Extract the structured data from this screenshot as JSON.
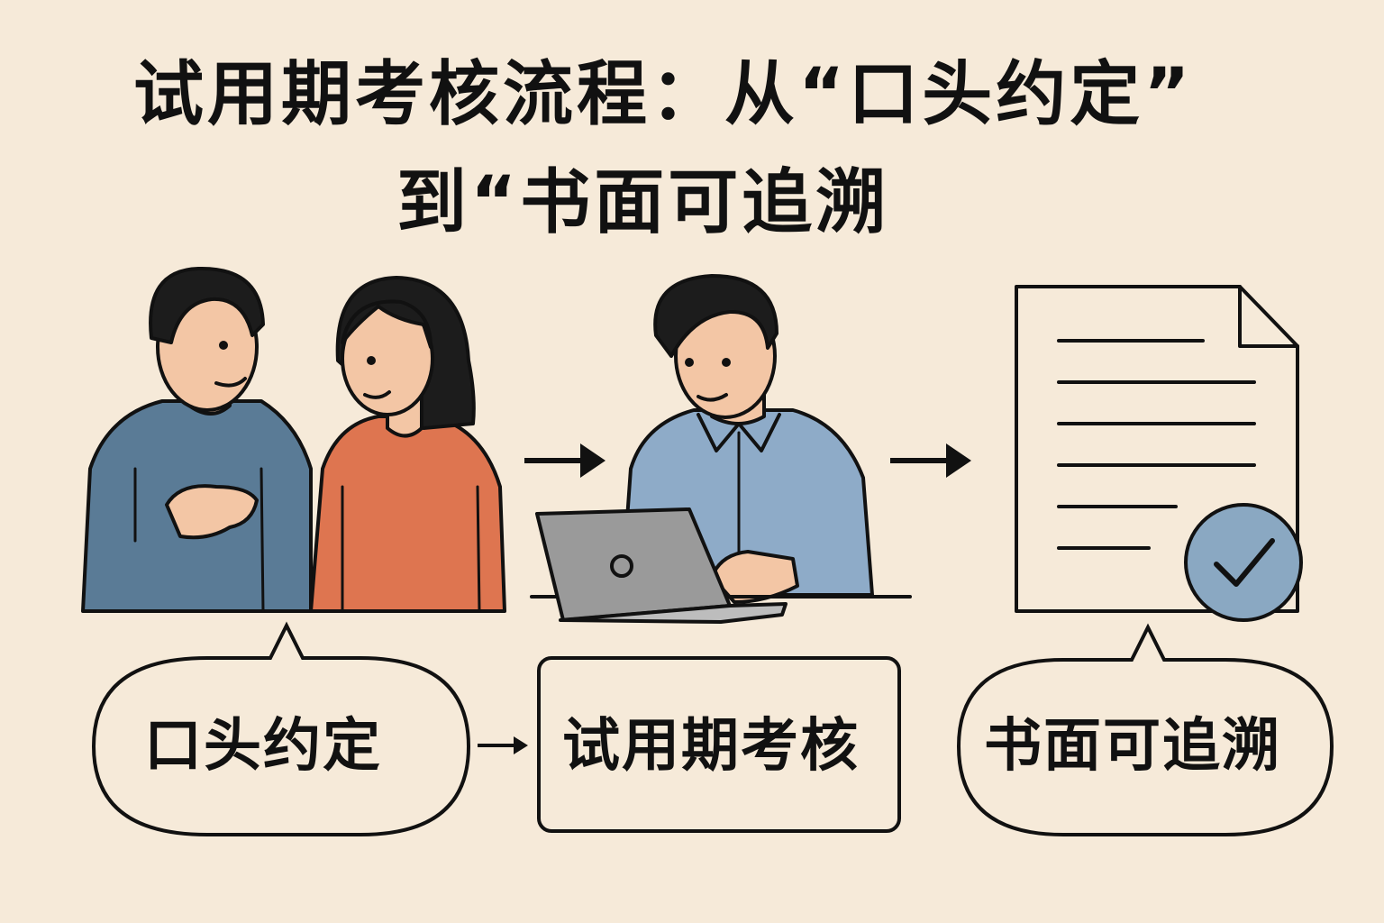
{
  "title": {
    "line1": "试用期考核流程：从“口头约定”",
    "line2": "到“书面可追溯"
  },
  "steps": [
    {
      "id": "verbal",
      "label": "口头约定"
    },
    {
      "id": "review",
      "label": "试用期考核"
    },
    {
      "id": "written",
      "label": "书面可追溯"
    }
  ],
  "icons": {
    "conversation": "two-people-talking-illustration",
    "reviewer": "person-at-laptop-illustration",
    "document": "document-with-checkmark-icon",
    "flow_arrow": "arrow-right-icon"
  },
  "colors": {
    "background": "#f6ead9",
    "blue_shirt": "#5a7b96",
    "orange_shirt": "#de7550",
    "light_blue_shirt": "#8eabc8",
    "laptop": "#9a9a9a",
    "skin": "#f3c6a5",
    "hair": "#1c1c1c",
    "check_badge": "#8aa8c2"
  }
}
